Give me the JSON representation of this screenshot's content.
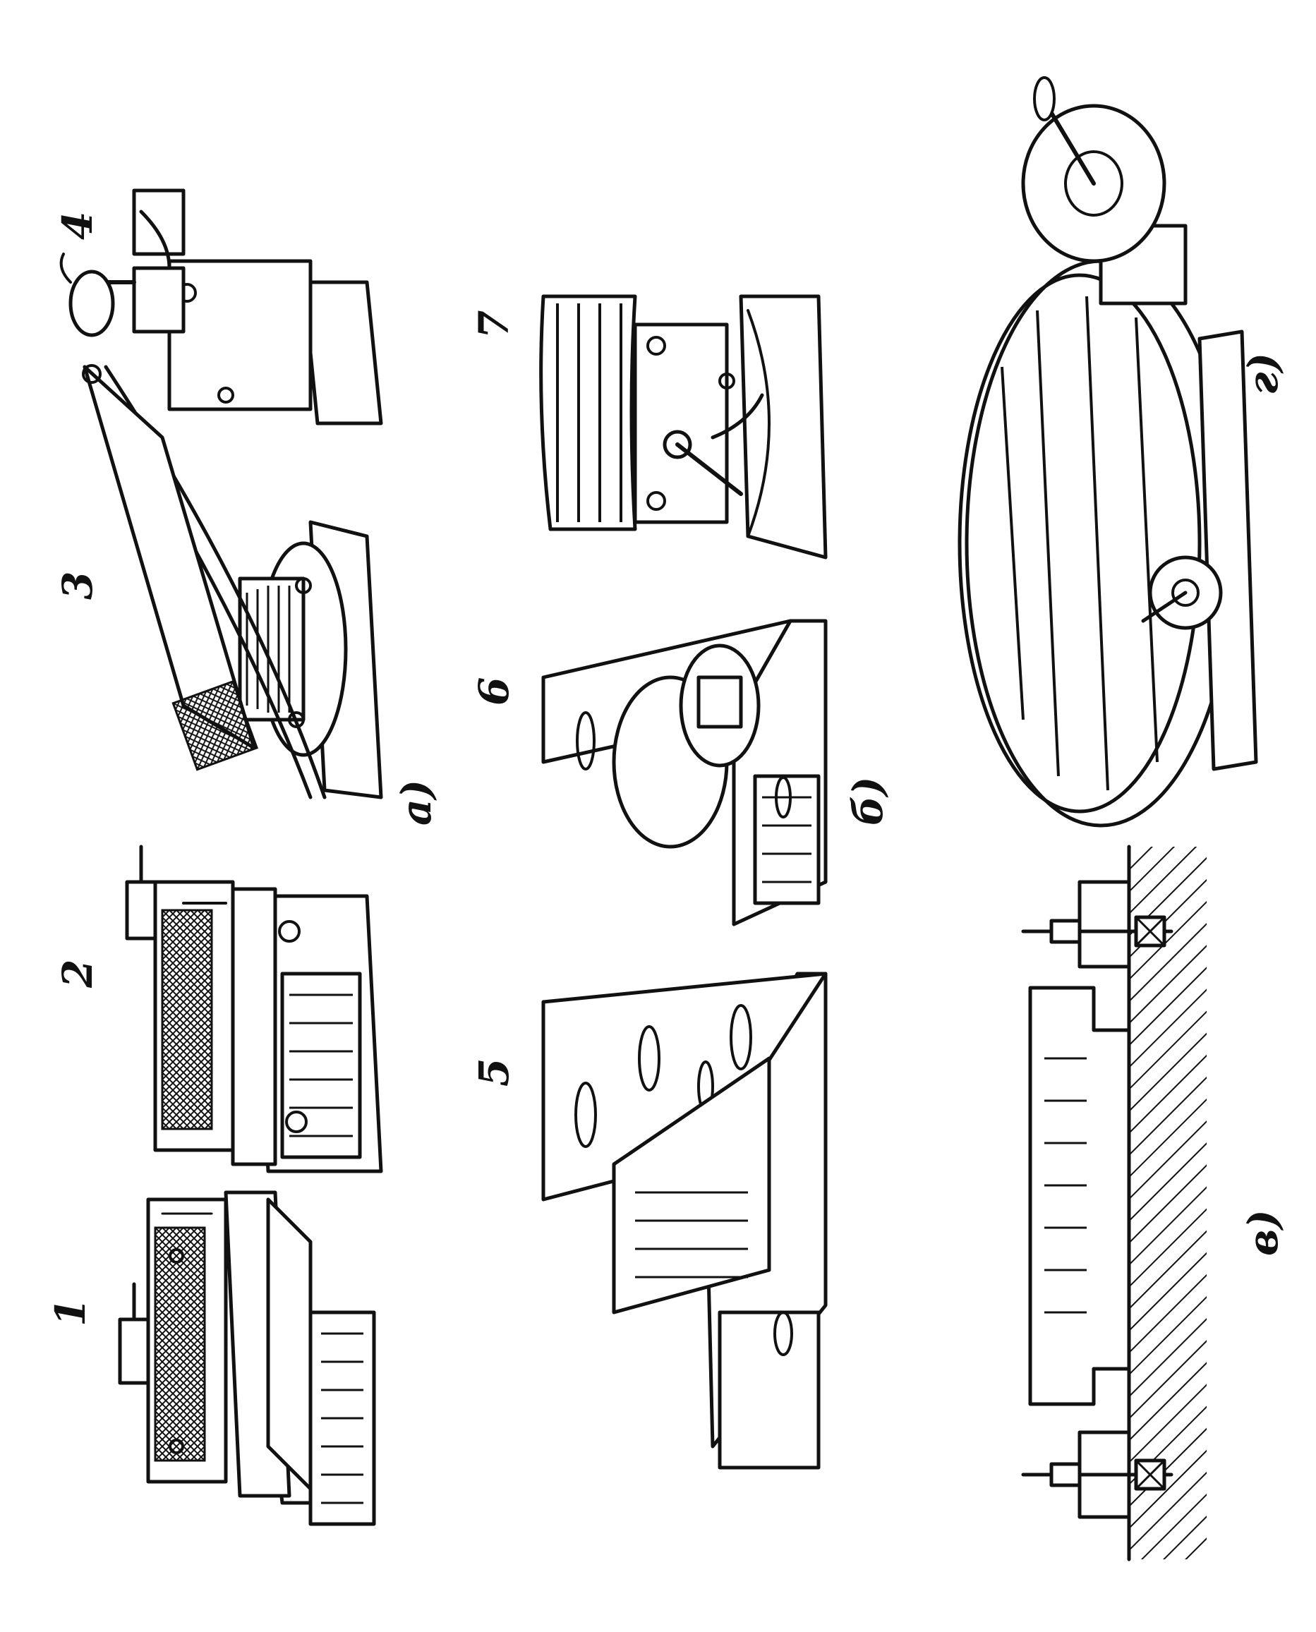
{
  "figure": {
    "ink_color": "#111111",
    "background_color": "#ffffff",
    "rotation": "page rotated 90 degrees counter-clockwise",
    "sections": [
      {
        "label": "а)",
        "items": [
          {
            "number": "1",
            "icon": "machine-vise-icon"
          },
          {
            "number": "2",
            "icon": "double-machine-vise-icon"
          },
          {
            "number": "3",
            "icon": "tilting-swivel-vise-icon"
          },
          {
            "number": "4",
            "icon": "prism-jaw-vise-icon"
          }
        ]
      },
      {
        "label": "б)",
        "items": [
          {
            "number": "5",
            "icon": "angle-plate-icon"
          },
          {
            "number": "6",
            "icon": "adjustable-angle-plate-icon"
          },
          {
            "number": "7",
            "icon": "universal-tilting-table-icon"
          }
        ]
      },
      {
        "label": "в)",
        "items": [
          {
            "number": "",
            "icon": "clamped-workpiece-section-icon"
          }
        ]
      },
      {
        "label": "г)",
        "items": [
          {
            "number": "",
            "icon": "rotary-table-icon"
          }
        ]
      }
    ]
  }
}
